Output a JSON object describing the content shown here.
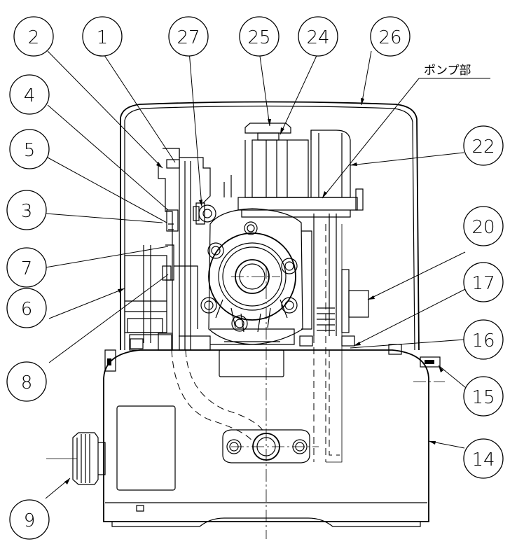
{
  "balloons": [
    {
      "id": "b2",
      "label": "2"
    },
    {
      "id": "b1",
      "label": "1"
    },
    {
      "id": "b27",
      "label": "27"
    },
    {
      "id": "b25",
      "label": "25"
    },
    {
      "id": "b24",
      "label": "24"
    },
    {
      "id": "b26",
      "label": "26"
    },
    {
      "id": "b4",
      "label": "4"
    },
    {
      "id": "b5",
      "label": "5"
    },
    {
      "id": "b22",
      "label": "22"
    },
    {
      "id": "b3",
      "label": "3"
    },
    {
      "id": "b20",
      "label": "20"
    },
    {
      "id": "b7",
      "label": "7"
    },
    {
      "id": "b17",
      "label": "17"
    },
    {
      "id": "b6",
      "label": "6"
    },
    {
      "id": "b16",
      "label": "16"
    },
    {
      "id": "b8",
      "label": "8"
    },
    {
      "id": "b15",
      "label": "15"
    },
    {
      "id": "b14",
      "label": "14"
    },
    {
      "id": "b9",
      "label": "9"
    }
  ],
  "pump_section_label": "ポンプ部"
}
